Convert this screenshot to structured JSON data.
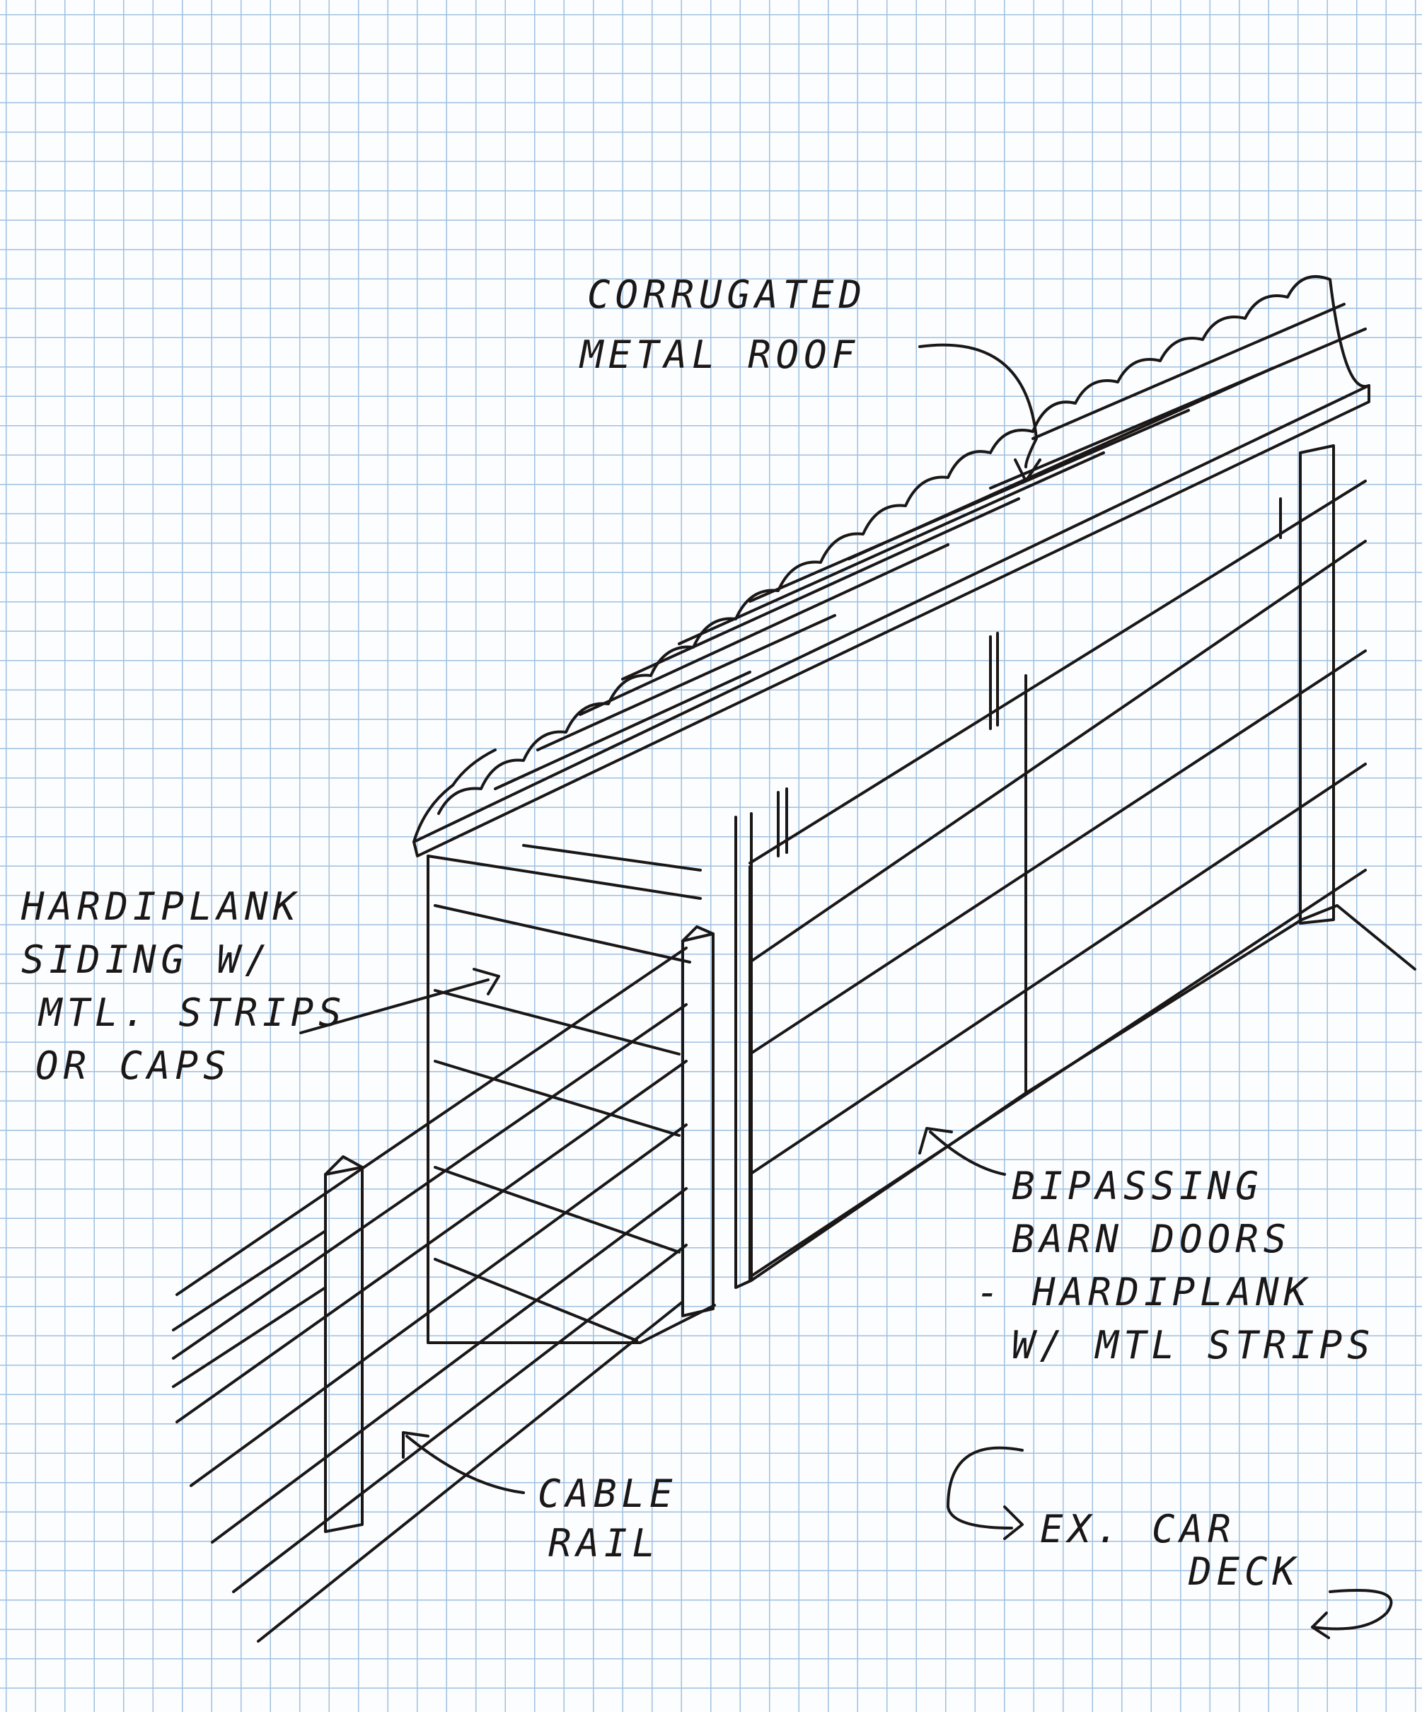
{
  "annotations": {
    "roof": {
      "line1": "CORRUGATED",
      "line2": "METAL ROOF"
    },
    "siding": {
      "line1": "HARDIPLANK",
      "line2": "SIDING W/",
      "line3": "MTL. STRIPS",
      "line4": "OR CAPS"
    },
    "doors": {
      "line1": "BIPASSING",
      "line2": "BARN DOORS",
      "line3": "- HARDIPLANK",
      "line4": "W/ MTL STRIPS"
    },
    "rail": {
      "line1": "CABLE",
      "line2": "RAIL"
    },
    "deck": {
      "line1": "EX. CAR",
      "line2": "DECK"
    }
  },
  "colors": {
    "ink": "#1a1716",
    "grid": "#9fc0e0",
    "paper": "#fbfdff"
  }
}
